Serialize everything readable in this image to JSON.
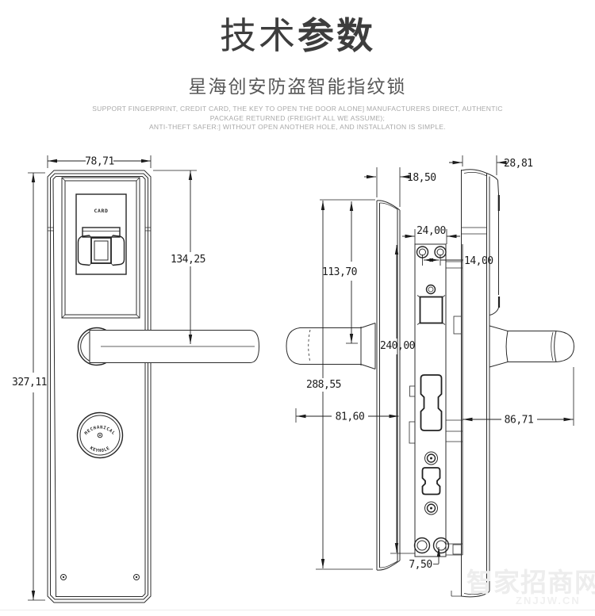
{
  "header": {
    "title_light": "技术",
    "title_bold": "参数",
    "subtitle": "星海创安防盗智能指纹锁",
    "desc_lines": [
      "SUPPORT FINGERPRINT, CREDIT CARD, THE KEY TO OPEN THE DOOR ALONE] MANUFACTURERS DIRECT, AUTHENTIC",
      "PACKAGE RETURNED (FREIGHT ALL WE ASSUME);",
      "ANTI-THEFT SAFER:] WITHOUT OPEN ANOTHER HOLE, AND INSTALLATION IS SIMPLE."
    ]
  },
  "front_view": {
    "card_label": "CARD",
    "keyhole_top_label": "MECHANICAL",
    "keyhole_bottom_label": "KEYHOLE",
    "dims": {
      "width": "78,71",
      "top_to_handle": "134,25",
      "height": "327,11"
    }
  },
  "side_view": {
    "dims": {
      "escutcheon_thickness": "18,50",
      "faceplate_width": "24,00",
      "screw_spacing": "14,00",
      "top_to_handle": "113,70",
      "faceplate_height": "240,00",
      "body_height": "288,55",
      "handle_depth": "81,60",
      "screw_to_edge": "7,50"
    }
  },
  "inner_view": {
    "dims": {
      "escutcheon_thickness": "28,81",
      "handle_depth": "86,71"
    }
  },
  "watermark": {
    "text": "智家招商网",
    "sub": "ZNJJW.CN"
  },
  "colors": {
    "line": "#2b2b2b",
    "dim_text": "#1c1c1c",
    "title_text": "#3d3d3d",
    "subtitle_text": "#585858",
    "desc_text": "#a9a9a9",
    "watermark": "#ededed",
    "background": "#ffffff"
  }
}
